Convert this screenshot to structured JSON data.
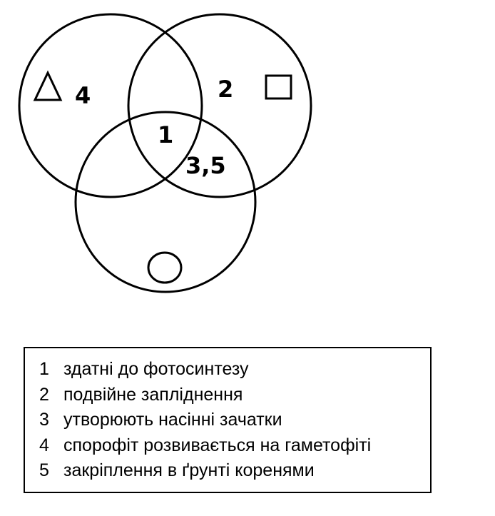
{
  "diagram": {
    "regions": {
      "top_left": "4",
      "top_right": "2",
      "center": "1",
      "right_bottom_overlap": "3,5"
    },
    "shapes": {
      "top_left": "triangle-icon",
      "top_right": "square-icon",
      "bottom": "circle-icon"
    },
    "colors": {
      "stroke": "#000000",
      "background": "#ffffff"
    }
  },
  "legend": {
    "items": [
      {
        "num": "1",
        "text": "здатні до фотосинтезу"
      },
      {
        "num": "2",
        "text": "подвійне запліднення"
      },
      {
        "num": "3",
        "text": "утворюють насінні зачатки"
      },
      {
        "num": "4",
        "text": "спорофіт розвивається на гаметофіті"
      },
      {
        "num": "5",
        "text": "закріплення в ґрунті коренями"
      }
    ]
  }
}
